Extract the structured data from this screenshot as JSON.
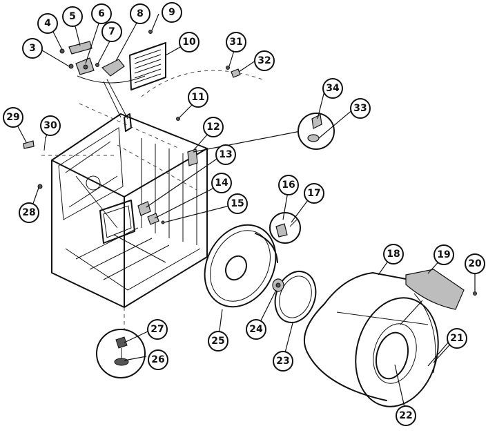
{
  "callouts": [
    {
      "id": "3",
      "label": "3"
    },
    {
      "id": "4",
      "label": "4"
    },
    {
      "id": "5",
      "label": "5"
    },
    {
      "id": "6",
      "label": "6"
    },
    {
      "id": "7",
      "label": "7"
    },
    {
      "id": "8",
      "label": "8"
    },
    {
      "id": "9",
      "label": "9"
    },
    {
      "id": "10",
      "label": "10"
    },
    {
      "id": "11",
      "label": "11"
    },
    {
      "id": "12",
      "label": "12"
    },
    {
      "id": "13",
      "label": "13"
    },
    {
      "id": "14",
      "label": "14"
    },
    {
      "id": "15",
      "label": "15"
    },
    {
      "id": "16",
      "label": "16"
    },
    {
      "id": "17",
      "label": "17"
    },
    {
      "id": "18",
      "label": "18"
    },
    {
      "id": "19",
      "label": "19"
    },
    {
      "id": "20",
      "label": "20"
    },
    {
      "id": "21",
      "label": "21"
    },
    {
      "id": "22",
      "label": "22"
    },
    {
      "id": "23",
      "label": "23"
    },
    {
      "id": "24",
      "label": "24"
    },
    {
      "id": "25",
      "label": "25"
    },
    {
      "id": "26",
      "label": "26"
    },
    {
      "id": "27",
      "label": "27"
    },
    {
      "id": "28",
      "label": "28"
    },
    {
      "id": "29",
      "label": "29"
    },
    {
      "id": "30",
      "label": "30"
    },
    {
      "id": "31",
      "label": "31"
    },
    {
      "id": "32",
      "label": "32"
    },
    {
      "id": "33",
      "label": "33"
    },
    {
      "id": "34",
      "label": "34"
    }
  ]
}
